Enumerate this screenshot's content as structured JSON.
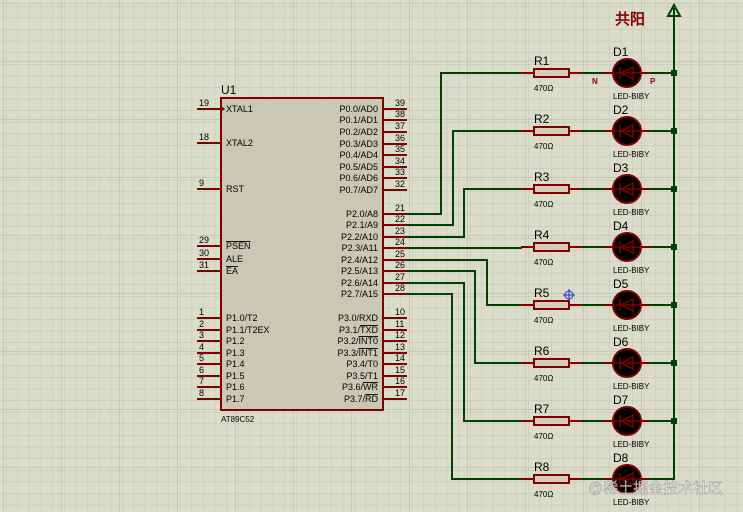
{
  "title": "共阳",
  "watermark": "@稀土掘金技术社区",
  "colors": {
    "background": "#dcdccb",
    "wire": "#004000",
    "pin": "#800000",
    "chip_fill": "#c8c8b4",
    "led_fill": "#000000",
    "resistor_fill": "#d4d0b8",
    "title": "#8b0000"
  },
  "chip": {
    "ref": "U1",
    "part": "AT89C52",
    "left_pins": [
      {
        "num": "19",
        "pre": "XTAL1",
        "bar": ""
      },
      {
        "num": "18",
        "pre": "XTAL2",
        "bar": ""
      },
      {
        "num": "9",
        "pre": "RST",
        "bar": ""
      },
      {
        "num": "29",
        "pre": "",
        "bar": "PSEN"
      },
      {
        "num": "30",
        "pre": "ALE",
        "bar": ""
      },
      {
        "num": "31",
        "pre": "",
        "bar": "EA"
      },
      {
        "num": "1",
        "pre": "P1.0/T2",
        "bar": ""
      },
      {
        "num": "2",
        "pre": "P1.1/T2EX",
        "bar": ""
      },
      {
        "num": "3",
        "pre": "P1.2",
        "bar": ""
      },
      {
        "num": "4",
        "pre": "P1.3",
        "bar": ""
      },
      {
        "num": "5",
        "pre": "P1.4",
        "bar": ""
      },
      {
        "num": "6",
        "pre": "P1.5",
        "bar": ""
      },
      {
        "num": "7",
        "pre": "P1.6",
        "bar": ""
      },
      {
        "num": "8",
        "pre": "P1.7",
        "bar": ""
      }
    ],
    "right_pins": [
      {
        "num": "39",
        "pre": "P0.0/AD0",
        "bar": ""
      },
      {
        "num": "38",
        "pre": "P0.1/AD1",
        "bar": ""
      },
      {
        "num": "37",
        "pre": "P0.2/AD2",
        "bar": ""
      },
      {
        "num": "36",
        "pre": "P0.3/AD3",
        "bar": ""
      },
      {
        "num": "35",
        "pre": "P0.4/AD4",
        "bar": ""
      },
      {
        "num": "34",
        "pre": "P0.5/AD5",
        "bar": ""
      },
      {
        "num": "33",
        "pre": "P0.6/AD6",
        "bar": ""
      },
      {
        "num": "32",
        "pre": "P0.7/AD7",
        "bar": ""
      },
      {
        "num": "21",
        "pre": "P2.0/A8",
        "bar": ""
      },
      {
        "num": "22",
        "pre": "P2.1/A9",
        "bar": ""
      },
      {
        "num": "23",
        "pre": "P2.2/A10",
        "bar": ""
      },
      {
        "num": "24",
        "pre": "P2.3/A11",
        "bar": ""
      },
      {
        "num": "25",
        "pre": "P2.4/A12",
        "bar": ""
      },
      {
        "num": "26",
        "pre": "P2.5/A13",
        "bar": ""
      },
      {
        "num": "27",
        "pre": "P2.6/A14",
        "bar": ""
      },
      {
        "num": "28",
        "pre": "P2.7/A15",
        "bar": ""
      },
      {
        "num": "10",
        "pre": "P3.0/RXD",
        "bar": ""
      },
      {
        "num": "11",
        "pre": "P3.1/",
        "bar": "TXD"
      },
      {
        "num": "12",
        "pre": "P3.2/",
        "bar": "INT0"
      },
      {
        "num": "13",
        "pre": "P3.3/",
        "bar": "INT1"
      },
      {
        "num": "14",
        "pre": "P3.4/T0",
        "bar": ""
      },
      {
        "num": "15",
        "pre": "P3.5/T1",
        "bar": ""
      },
      {
        "num": "16",
        "pre": "P3.6/",
        "bar": "WR"
      },
      {
        "num": "17",
        "pre": "P3.7/",
        "bar": "RD"
      }
    ]
  },
  "channels": [
    {
      "resistor": "R1",
      "value": "470Ω",
      "led": "D1",
      "led_part": "LED-BIBY",
      "port_pin": "P2.0/A8"
    },
    {
      "resistor": "R2",
      "value": "470Ω",
      "led": "D2",
      "led_part": "LED-BIBY",
      "port_pin": "P2.1/A9"
    },
    {
      "resistor": "R3",
      "value": "470Ω",
      "led": "D3",
      "led_part": "LED-BIBY",
      "port_pin": "P2.2/A10"
    },
    {
      "resistor": "R4",
      "value": "470Ω",
      "led": "D4",
      "led_part": "LED-BIBY",
      "port_pin": "P2.3/A11"
    },
    {
      "resistor": "R5",
      "value": "470Ω",
      "led": "D5",
      "led_part": "LED-BIBY",
      "port_pin": "P2.4/A12"
    },
    {
      "resistor": "R6",
      "value": "470Ω",
      "led": "D6",
      "led_part": "LED-BIBY",
      "port_pin": "P2.5/A13"
    },
    {
      "resistor": "R7",
      "value": "470Ω",
      "led": "D7",
      "led_part": "LED-BIBY",
      "port_pin": "P2.6/A14"
    },
    {
      "resistor": "R8",
      "value": "470Ω",
      "led": "D8",
      "led_part": "LED-BIBY",
      "port_pin": "P2.7/A15"
    }
  ],
  "led_pin_labels": {
    "cathode": "N",
    "anode": "P"
  }
}
